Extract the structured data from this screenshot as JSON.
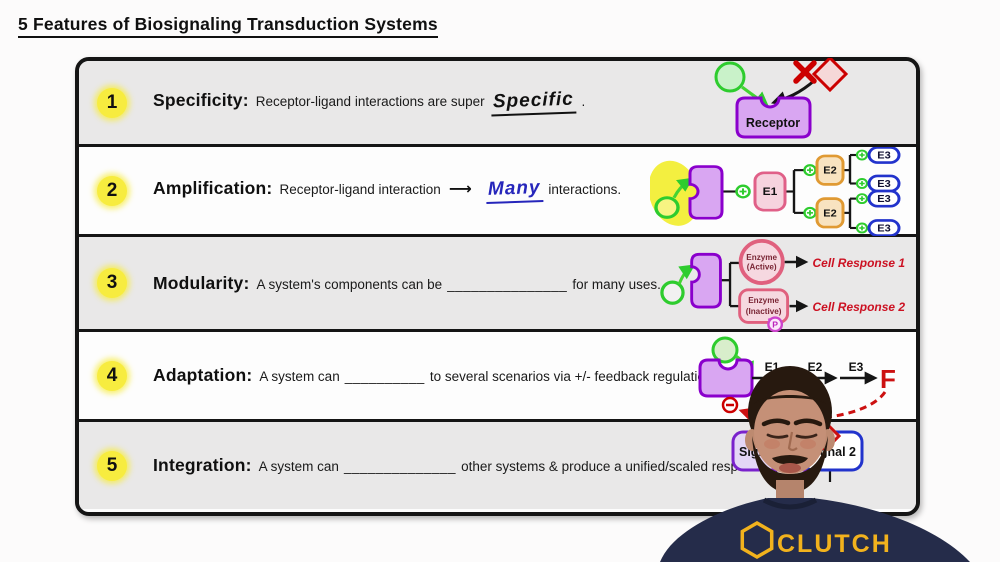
{
  "title": "5 Features of Biosignaling Transduction Systems",
  "rows": [
    {
      "num": "1",
      "heading": "Specificity:",
      "prefix": "Receptor-ligand interactions are super",
      "fill": "Specific",
      "suffix": "."
    },
    {
      "num": "2",
      "heading": "Amplification:",
      "prefix": "Receptor-ligand interaction",
      "arrow": "⟶",
      "fill": "Many",
      "suffix": "interactions."
    },
    {
      "num": "3",
      "heading": "Modularity:",
      "prefix": "A system's components can be",
      "blank": "_______________",
      "suffix": "for many uses."
    },
    {
      "num": "4",
      "heading": "Adaptation:",
      "prefix": "A system can",
      "blank": "__________",
      "suffix": "to several scenarios via +/- feedback regulation."
    },
    {
      "num": "5",
      "heading": "Integration:",
      "prefix": "A system can",
      "blank": "______________",
      "suffix": "other systems & produce a unified/scaled response."
    }
  ],
  "diagrams": {
    "specificity": {
      "receptor": "Receptor"
    },
    "amplification": {
      "e1": "E1",
      "e2": "E2",
      "e3": "E3"
    },
    "modularity": {
      "enzyme": "Enzyme",
      "active": "(Active)",
      "inactive": "(Inactive)",
      "phosphate": "P",
      "response1": "Cell Response 1",
      "response2": "Cell Response 2"
    },
    "adaptation": {
      "e1": "E1",
      "e2": "E2",
      "e3": "E3",
      "f": "F"
    },
    "integration": {
      "signal1": "Signal 1",
      "signal2": "Signal 2"
    }
  },
  "person": {
    "shirt_brand": "CLUTCH"
  },
  "colors": {
    "badge_yellow": "#f7ec3f",
    "highlight_yellow": "#f2ee30",
    "receptor_border": "#8a00cc",
    "receptor_fill": "#d9a6f2",
    "ligand_green": "#2ecc2e",
    "negative_red": "#cc1111",
    "e1_pink": "#e05c86",
    "e2_orange": "#e09a33",
    "e3_blue": "#2233cc",
    "enzyme_pink": "#e0607e",
    "shirt_navy": "#252c4a",
    "logo_yellow": "#f2b21d"
  }
}
